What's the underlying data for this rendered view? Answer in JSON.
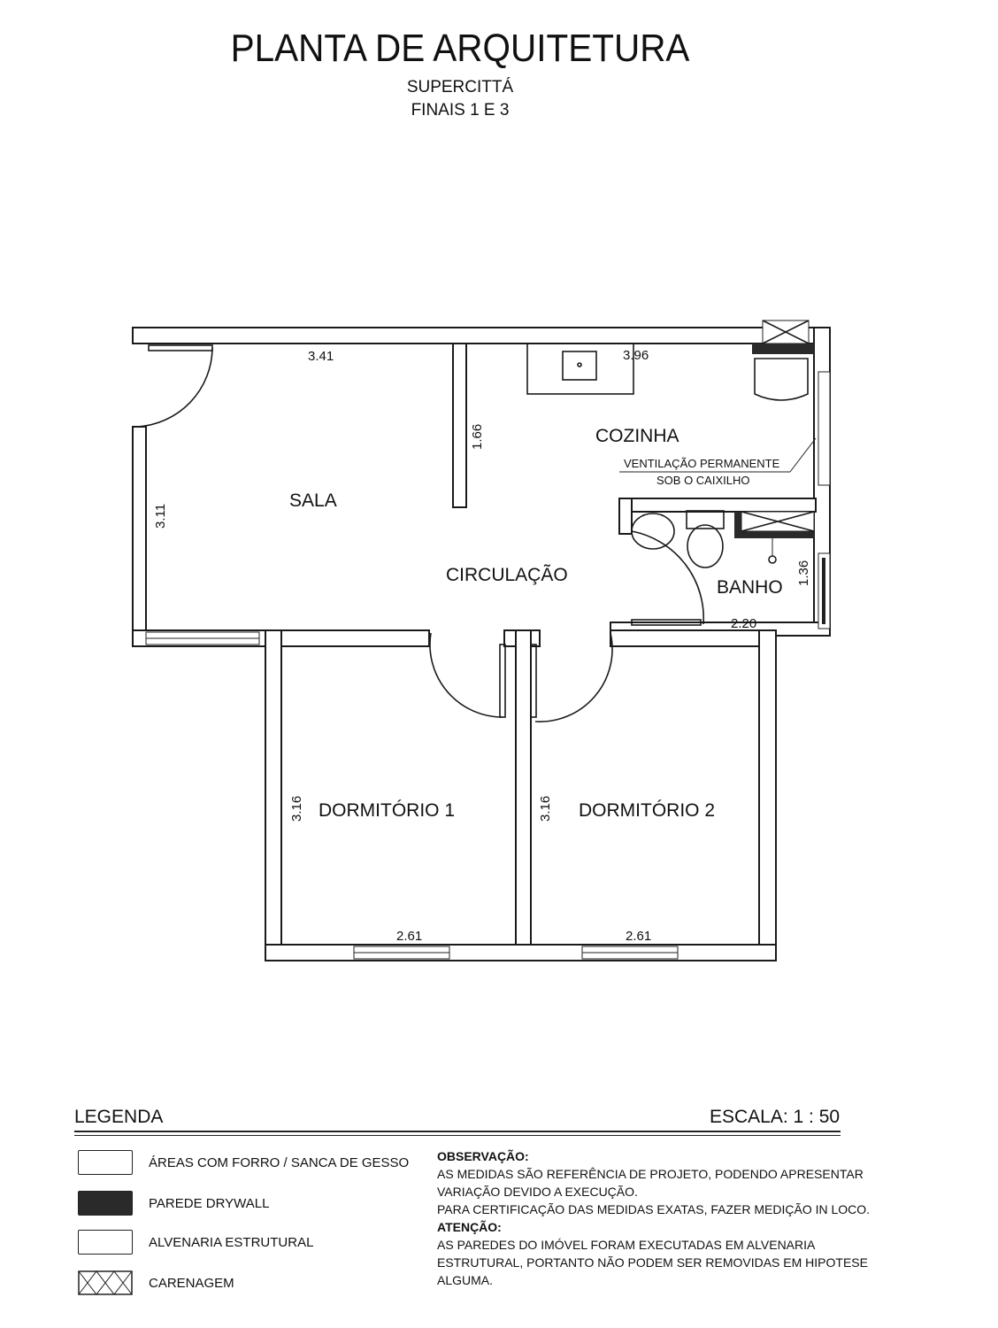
{
  "header": {
    "title": "PLANTA DE ARQUITETURA",
    "subtitle": "SUPERCITTÁ",
    "subtitle2": "FINAIS 1 E 3"
  },
  "rooms": {
    "sala": "SALA",
    "cozinha": "COZINHA",
    "circulacao": "CIRCULAÇÃO",
    "banho": "BANHO",
    "dorm1": "DORMITÓRIO 1",
    "dorm2": "DORMITÓRIO 2"
  },
  "dimensions": {
    "sala_width": "3.41",
    "sala_height": "3.11",
    "cozinha_width": "3.96",
    "partition_height": "1.66",
    "banho_height": "1.36",
    "banho_width": "2.20",
    "dorm1_height": "3.16",
    "dorm1_width": "2.61",
    "dorm2_height": "3.16",
    "dorm2_width": "2.61"
  },
  "annotation": {
    "line1": "VENTILAÇÃO PERMANENTE",
    "line2": "SOB O CAIXILHO"
  },
  "legend": {
    "title": "LEGENDA",
    "scale": "ESCALA: 1 : 50",
    "items": [
      {
        "label": "ÁREAS COM FORRO / SANCA DE GESSO",
        "swatch": "outline"
      },
      {
        "label": "PAREDE DRYWALL",
        "swatch": "dark"
      },
      {
        "label": "ALVENARIA ESTRUTURAL",
        "swatch": "outline"
      },
      {
        "label": "CARENAGEM",
        "swatch": "hatch"
      }
    ]
  },
  "notes": {
    "obs_title": "OBSERVAÇÃO:",
    "obs_line1": "AS MEDIDAS SÃO REFERÊNCIA DE PROJETO, PODENDO APRESENTAR",
    "obs_line2": "VARIAÇÃO DEVIDO A EXECUÇÃO.",
    "obs_line3": "PARA CERTIFICAÇÃO DAS MEDIDAS EXATAS, FAZER MEDIÇÃO IN LOCO.",
    "att_title": "ATENÇÃO:",
    "att_line1": "AS PAREDES DO IMÓVEL FORAM EXECUTADAS EM  ALVENARIA",
    "att_line2": "ESTRUTURAL, PORTANTO NÃO PODEM SER REMOVIDAS EM HIPOTESE",
    "att_line3": "ALGUMA."
  },
  "colors": {
    "wall_stroke": "#1a1a1a",
    "drywall": "#2a2a2a"
  }
}
